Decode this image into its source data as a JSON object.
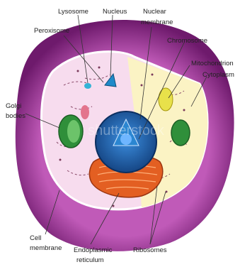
{
  "diagram": {
    "labels": {
      "lysosome": "Lysosome",
      "nucleus": "Nucleus",
      "nuclear_membrane_1": "Nuclear",
      "nuclear_membrane_2": "membrane",
      "peroxisome": "Peroxisome",
      "chromosome": "Chromosome",
      "mitochondrion": "Mitochondrion",
      "cytoplasm": "Cytoplasm",
      "golgi_1": "Golgi",
      "golgi_2": "bodies",
      "cell_membrane_1": "Cell",
      "cell_membrane_2": "membrane",
      "er_1": "Endoplasmic",
      "er_2": "reticulum",
      "ribosomes": "Ribosomes"
    },
    "watermark": "shutterstock"
  },
  "colors": {
    "membrane_outer": "#7a1f78",
    "membrane_mid": "#a23a9c",
    "cytoplasm_pink": "#f7dcee",
    "cytoplasm_yellow": "#fbf3c4",
    "nucleus_blue": "#1a5fa8",
    "nucleolus": "#2b86d1",
    "er_orange": "#e35f22",
    "golgi_green": "#2f8f3a",
    "mito_yellow": "#e8e14a"
  }
}
